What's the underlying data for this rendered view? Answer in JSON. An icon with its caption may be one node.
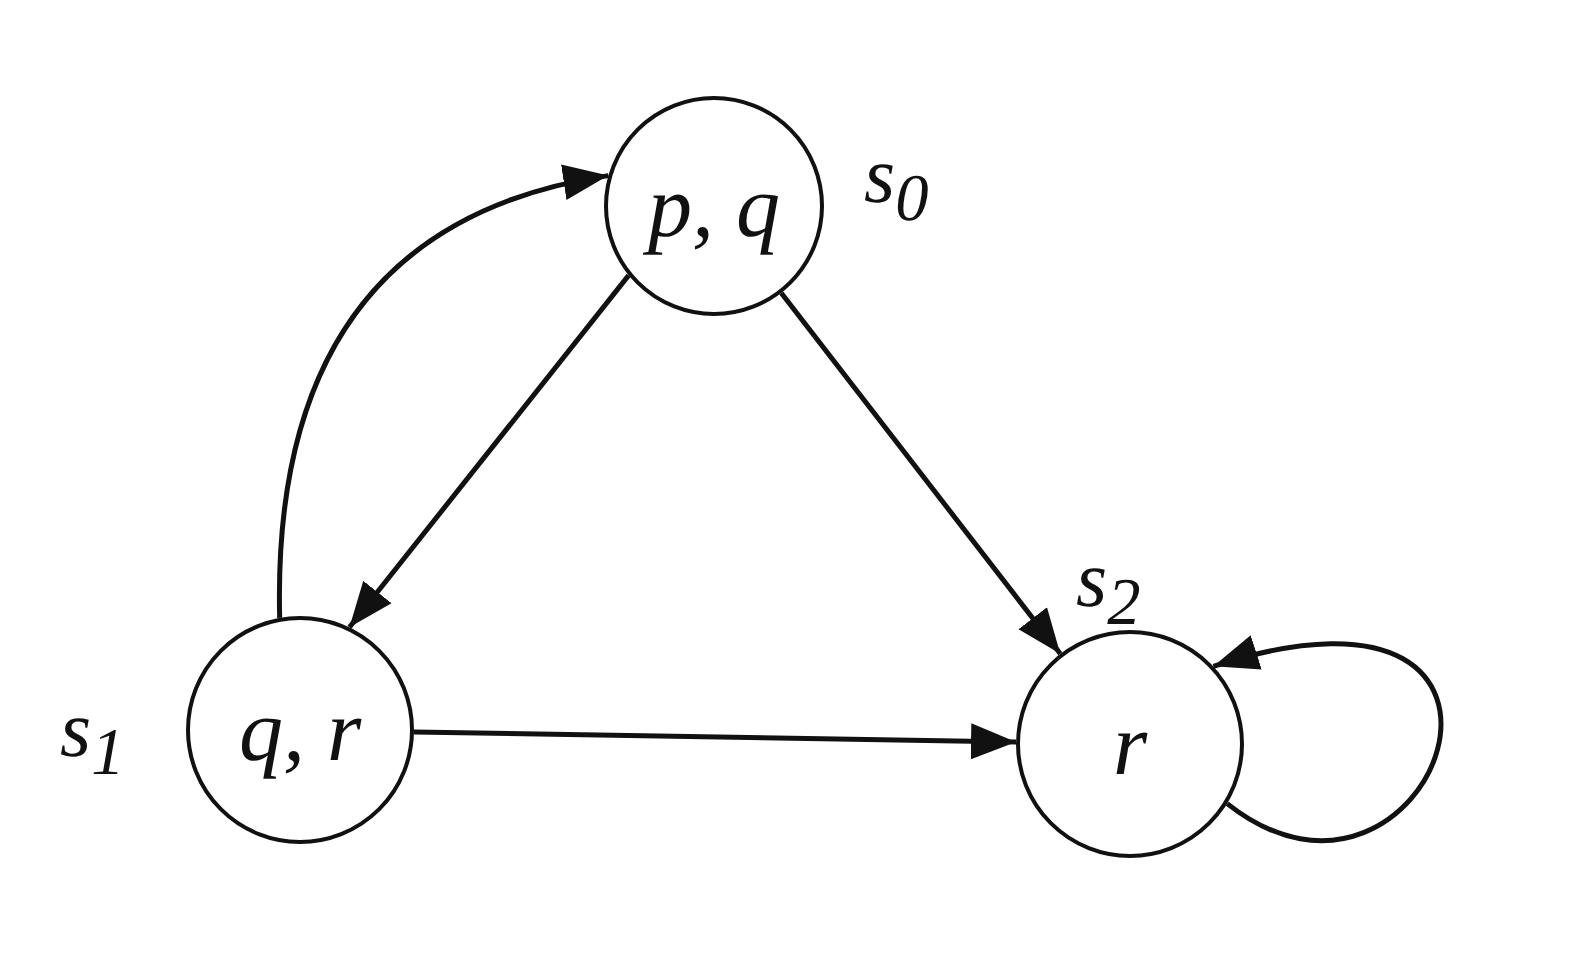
{
  "diagram": {
    "nodes": [
      {
        "text": [
          "p, q"
        ],
        "beside": [
          "s$_{0}$"
        ]
      },
      {
        "text": [
          "q, r"
        ],
        "beside": [
          "s$_{1}$"
        ]
      },
      {
        "text": [
          "r"
        ],
        "beside": [
          "s$_{2}$"
        ]
      }
    ],
    "edges": [
      {
        "from": 0,
        "to": 1,
        "arrow": "to"
      },
      {
        "from": 1,
        "to": 0,
        "arrow": "to"
      },
      {
        "from": 0,
        "to": 2,
        "arrow": "to"
      },
      {
        "from": 1,
        "to": 2,
        "arrow": "to"
      },
      {
        "from": 2,
        "to": 2,
        "arrow": "to"
      }
    ]
  }
}
